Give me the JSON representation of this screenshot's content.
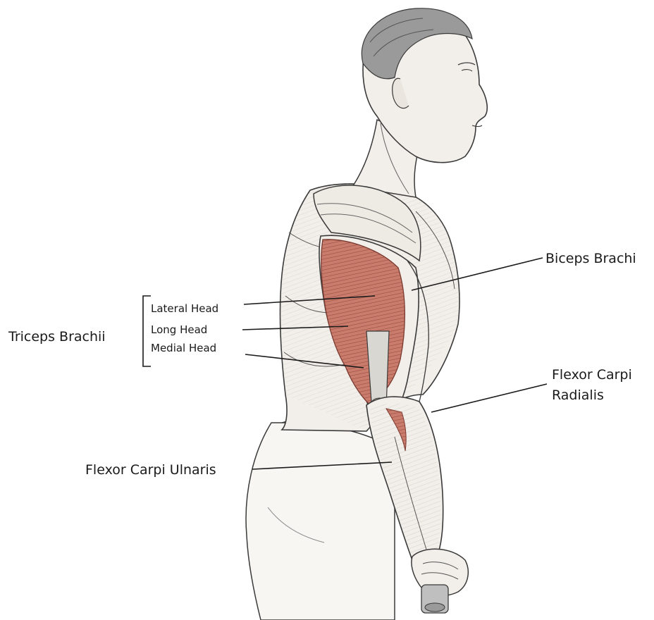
{
  "labels": {
    "triceps_group": "Triceps Brachii",
    "lateral_head": "Lateral Head",
    "long_head": "Long Head",
    "medial_head": "Medial Head",
    "biceps": "Biceps Brachi",
    "flexor_radialis_line1": "Flexor Carpi",
    "flexor_radialis_line2": "Radialis",
    "flexor_ulnaris": "Flexor Carpi Ulnaris"
  },
  "colors": {
    "background": "#ffffff",
    "muscle_highlight": "#c97b6c",
    "muscle_highlight_dark": "#8e4538",
    "ink": "#3a3a3a",
    "skin": "#f2efea"
  }
}
